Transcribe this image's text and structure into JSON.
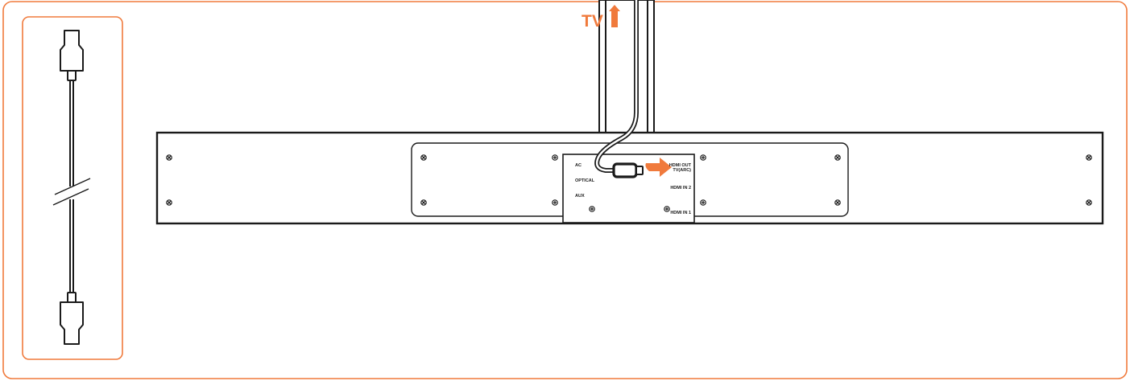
{
  "diagram": {
    "tv_label": "TV",
    "ports": {
      "ac": "AC",
      "optical": "OPTICAL",
      "aux": "AUX",
      "hdmi_out_line1": "HDMI OUT",
      "hdmi_out_line2": "TV(ARC)",
      "hdmi_in_2": "HDMI IN 2",
      "hdmi_in_1": "HDMI IN 1"
    }
  },
  "colors": {
    "accent": "#f07a3c",
    "outline": "#1a1a1a",
    "background": "#ffffff"
  },
  "icons": {
    "cable": "hdmi-cable-icon",
    "arrow_up": "arrow-up-icon",
    "arrow_right": "arrow-right-icon",
    "screw": "screw-icon"
  }
}
